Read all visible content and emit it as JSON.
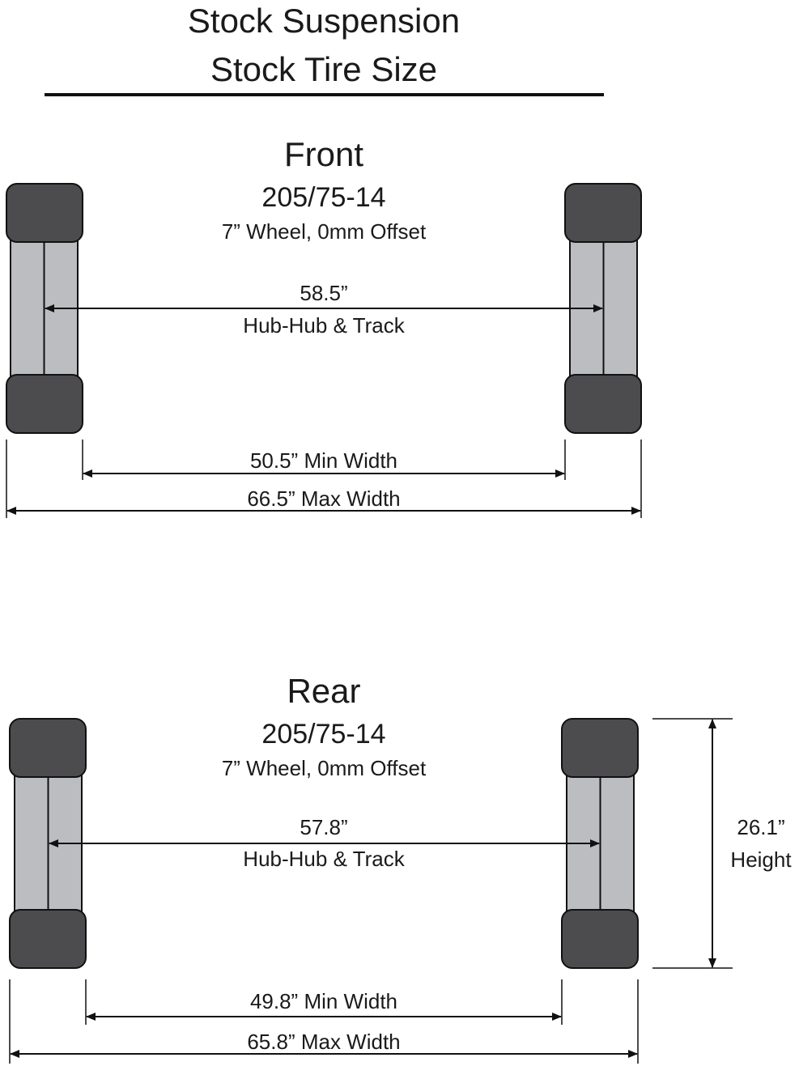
{
  "title": {
    "line1": "Stock Suspension",
    "line2": "Stock Tire Size"
  },
  "front": {
    "label": "Front",
    "tire_size": "205/75-14",
    "wheel": "7” Wheel, 0mm Offset",
    "track_value": "58.5”",
    "track_label": "Hub-Hub & Track",
    "min_width": "50.5” Min Width",
    "max_width": "66.5” Max Width"
  },
  "rear": {
    "label": "Rear",
    "tire_size": "205/75-14",
    "wheel": "7” Wheel, 0mm Offset",
    "track_value": "57.8”",
    "track_label": "Hub-Hub & Track",
    "min_width": "49.8” Min Width",
    "max_width": "65.8” Max Width",
    "height_value": "26.1”",
    "height_label": "Height"
  },
  "colors": {
    "tread": "#4c4c4e",
    "rim": "#bcbdc0",
    "line": "#111111"
  }
}
